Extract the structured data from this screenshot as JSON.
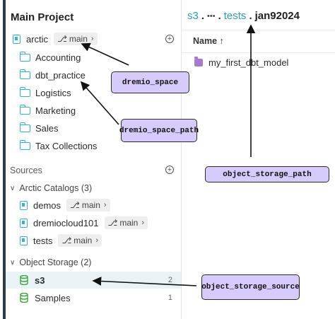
{
  "sidebar": {
    "project_title": "Main Project",
    "root_catalog": {
      "label": "arctic",
      "branch": "main"
    },
    "spaces": [
      "Accounting",
      "dbt_practice",
      "Logistics",
      "Marketing",
      "Sales",
      "Tax Collections"
    ],
    "sources_header": "Sources",
    "arctic_catalogs": {
      "label": "Arctic Catalogs (3)",
      "items": [
        {
          "label": "demos",
          "branch": "main"
        },
        {
          "label": "dremiocloud101",
          "branch": "main"
        },
        {
          "label": "tests",
          "branch": "main"
        }
      ]
    },
    "object_storage": {
      "label": "Object Storage (2)",
      "items": [
        {
          "label": "s3",
          "count": "2"
        },
        {
          "label": "Samples",
          "count": "1"
        }
      ]
    }
  },
  "main": {
    "breadcrumb": {
      "first": "s3",
      "ellipsis": "•••",
      "middle": "tests",
      "current": "jan92024",
      "sep": "."
    },
    "column_header": "Name ↑",
    "files": [
      {
        "label": "my_first_dbt_model"
      }
    ]
  },
  "callouts": {
    "dremio_space": "dremio_space",
    "dremio_space_path": "dremio_space_path",
    "object_storage_path": "object_storage_path",
    "object_storage_source": "object_storage_source"
  },
  "colors": {
    "accent": "#33b5c9",
    "link": "#2a9fb2",
    "callout_fill": "#d6cbfb",
    "model_icon": "#a97acb"
  }
}
